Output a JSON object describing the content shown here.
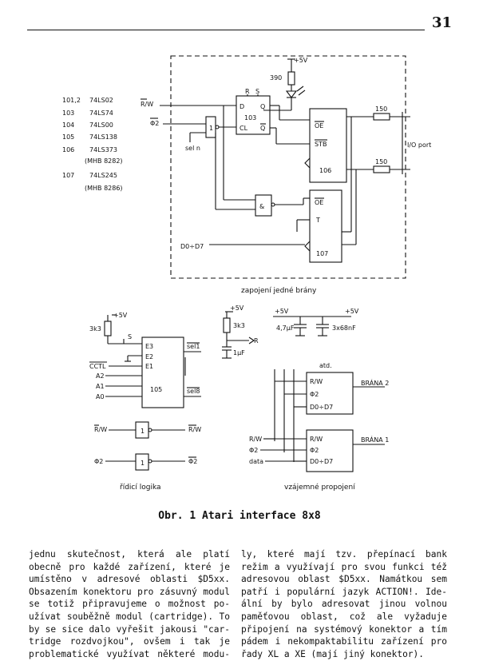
{
  "page_number": "31",
  "legend": [
    {
      "ref": "101,2",
      "part": "74LS02"
    },
    {
      "ref": "103",
      "part": "74LS74"
    },
    {
      "ref": "104",
      "part": "74LS00"
    },
    {
      "ref": "105",
      "part": "74LS138"
    },
    {
      "ref": "106",
      "part": "74LS373"
    },
    {
      "ref": "",
      "part": "(MHB 8282)"
    },
    {
      "ref": "107",
      "part": "74LS245"
    },
    {
      "ref": "",
      "part": "(MHB 8286)"
    }
  ],
  "schematic": {
    "supply": "+5V",
    "r_led": "390",
    "r_out1": "150",
    "r_out2": "150",
    "rw_in": "R/W",
    "phi2_in": "Φ2",
    "gate_inv": "1",
    "gate_nand": "&",
    "sel_n": "sel n",
    "ff_d": "D",
    "ff_q": "Q",
    "ff_qn": "Q",
    "ff_cl": "CL",
    "ff_r": "R",
    "ff_s": "S",
    "ff_label": "103",
    "oe_106": "OE",
    "ste_106": "STB",
    "label_106": "106",
    "oe_107": "OE",
    "t_107": "T",
    "label_107": "107",
    "data_in": "D0÷D7",
    "io_port": "I/O port",
    "title": "zapojení jedné brány"
  },
  "decoder": {
    "r": "3k3",
    "supply": "+5V",
    "e3": "E3",
    "e2": "E2",
    "e1": "E1",
    "cctl": "CCTL",
    "a2": "A2",
    "a1": "A1",
    "a0": "A0",
    "chip": "105",
    "s": "S",
    "sel1": "sel1",
    "sel8": "sel8"
  },
  "rc": {
    "supply": "+5V",
    "r": "3k3",
    "c": "1μF",
    "out": "R"
  },
  "caps": {
    "supply1": "+5V",
    "supply2": "+5V",
    "c1": "4,7μF",
    "c2": "3x68nF"
  },
  "logic": {
    "in_rw": "R/W",
    "out_rw": "R/W",
    "in_phi2": "Φ2",
    "out_phi2": "Φ2",
    "gate": "1",
    "title": "řídicí logika"
  },
  "interconnect": {
    "etc": "atd.",
    "rw": "R/W",
    "phi2": "Φ2",
    "data": "data",
    "port_rw": "R/W",
    "port_phi2": "Φ2",
    "port_data": "D0÷D7",
    "gate2": "BRÁNA 2",
    "gate1": "BRÁNA 1",
    "title": "vzájemné propojení"
  },
  "caption": "Obr. 1 Atari interface 8x8",
  "body_left": [
    "jednu skutečnost, která ale platí",
    "obecně pro každé zařízení, které je",
    "umístěno v adresové oblasti $D5xx.",
    "Obsazením konektoru pro zásuvný modul",
    "se totiž připravujeme o možnost po-",
    "užívat souběžně modul (cartridge). To",
    "by se sice dalo vyřešit jakousi \"car-",
    "tridge rozdvojkou\", ovšem i tak je",
    "problematické využívat některé modu-"
  ],
  "body_right": [
    "ly, které mají tzv. přepínací bank",
    "režim a využívají pro svou funkci též",
    "adresovou oblast $D5xx. Namátkou sem",
    "patří i populární jazyk ACTION!. Ide-",
    "ální by bylo adresovat jinou volnou",
    "paměťovou oblast, což ale vyžaduje",
    "připojení na systémový konektor a tím",
    "pádem i nekompaktabilitu zařízení pro",
    "řady XL a XE (mají jiný konektor)."
  ]
}
